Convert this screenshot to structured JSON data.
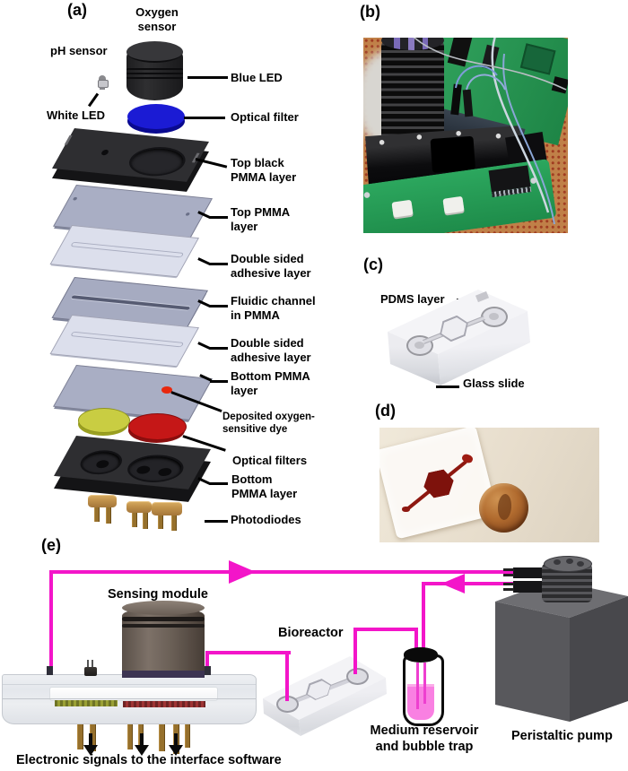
{
  "figure": {
    "panels": {
      "a": {
        "tag": "(a)",
        "labels": {
          "oxygen_sensor": "Oxygen\nsensor",
          "ph_sensor": "pH sensor",
          "white_led": "White LED",
          "blue_led": "Blue LED",
          "optical_filter": "Optical filter",
          "top_black_pmma": "Top black\nPMMA layer",
          "top_pmma": "Top PMMA\nlayer",
          "adhesive_top": "Double sided\nadhesive layer",
          "fluidic_channel": "Fluidic channel\nin PMMA",
          "adhesive_bottom": "Double sided\nadhesive layer",
          "bottom_pmma": "Bottom PMMA\nlayer",
          "deposited_dye": "Deposited oxygen-\nsensitive dye",
          "optical_filters": "Optical filters",
          "bottom_black_pmma": "Bottom\nPMMA layer",
          "photodiodes": "Photodiodes"
        }
      },
      "b": {
        "tag": "(b)"
      },
      "c": {
        "tag": "(c)",
        "labels": {
          "pdms_layer": "PDMS layer",
          "glass_slide": "Glass slide"
        }
      },
      "d": {
        "tag": "(d)"
      },
      "e": {
        "tag": "(e)",
        "labels": {
          "sensing_module": "Sensing module",
          "bioreactor": "Bioreactor",
          "medium_reservoir": "Medium reservoir\nand bubble trap",
          "peristaltic_pump": "Peristaltic pump",
          "electronic_signals": "Electronic signals to the interface software"
        }
      }
    },
    "colors": {
      "tube": "#f315c9",
      "reservoir_liquid": "#f980e2",
      "blue_filter": "#1b1bd4",
      "yellow_filter": "#c9cd42",
      "red_filter": "#c51717",
      "dye_dot": "#e8280e",
      "pmma_layer": "#a9aec4",
      "adhesive_layer": "#dcdfec",
      "fluidic_layer": "#a6abc1",
      "black_pmma": "#2e2e31",
      "pcb_green": "#2aa159",
      "board_tan": "#c08048",
      "pump_gray": "#58585c"
    }
  }
}
